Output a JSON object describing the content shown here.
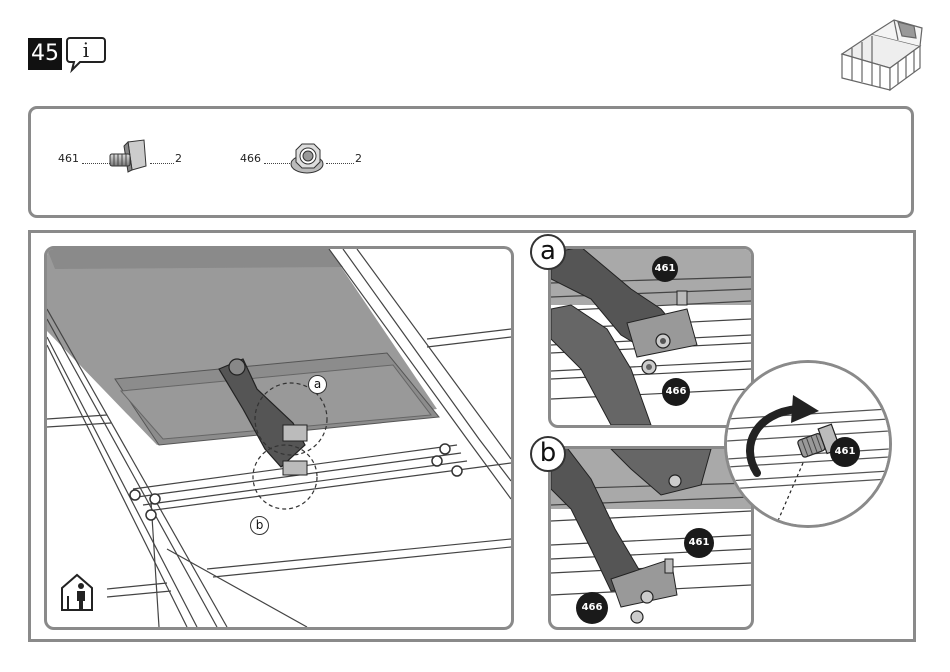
{
  "step": {
    "number": "45"
  },
  "parts": [
    {
      "code": "461",
      "quantity": "2",
      "icon": "t-bolt-icon"
    },
    {
      "code": "466",
      "quantity": "2",
      "icon": "flange-nut-icon"
    }
  ],
  "main_view": {
    "callout_a": "a",
    "callout_b": "b"
  },
  "detail_a": {
    "letter": "a",
    "bolt_badge": "461",
    "nut_badge": "466"
  },
  "detail_b": {
    "letter": "b",
    "bolt_badge": "461",
    "nut_badge": "466"
  },
  "zoom": {
    "bolt_badge": "461"
  },
  "icons": {
    "info": "info-bubble-icon",
    "house": "greenhouse-icon",
    "person": "one-person-icon"
  }
}
